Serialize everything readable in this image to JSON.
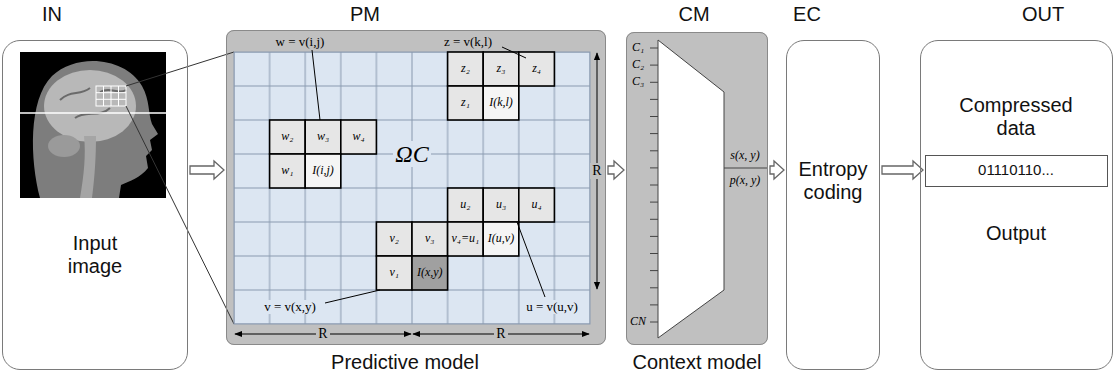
{
  "diagram": {
    "nodes": [
      {
        "text": [
          "IN",
          "Input image"
        ]
      },
      {
        "text": [
          "PM",
          "Predictive model"
        ]
      },
      {
        "text": [
          "CM",
          "Context model"
        ]
      },
      {
        "text": [
          "EC",
          "Entropy coding"
        ]
      },
      {
        "text": [
          "OUT",
          "Compressed data",
          "Output"
        ]
      },
      {
        "text": [
          "01110110..."
        ],
        "in": 4
      }
    ],
    "edges": [
      {
        "from": 0,
        "to": 1,
        "arrow": "to"
      },
      {
        "from": 1,
        "to": 2,
        "arrow": "to"
      },
      {
        "from": 2,
        "to": 3,
        "arrow": "to"
      },
      {
        "from": 3,
        "to": 5,
        "arrow": "to"
      }
    ],
    "labels": [
      "w = v(i,j)",
      "z = v(k,l)",
      "z₂",
      "z₃",
      "z₄",
      "z₁",
      "I(k,l)",
      "R",
      "w₂",
      "w₃",
      "w₄",
      "w₁",
      "I(i,j)",
      "ΩC",
      "u₂",
      "u₃",
      "u₄",
      "v₂",
      "v₃",
      "v₄=u₁",
      "I(u,v)",
      "v₁",
      "I(x,y)",
      "v = v(x,y)",
      "u = v(u,v)",
      "R",
      "R",
      "C₁",
      "C₂",
      "C₃",
      "s(x, y)",
      "p(x, y)",
      "CN"
    ]
  }
}
